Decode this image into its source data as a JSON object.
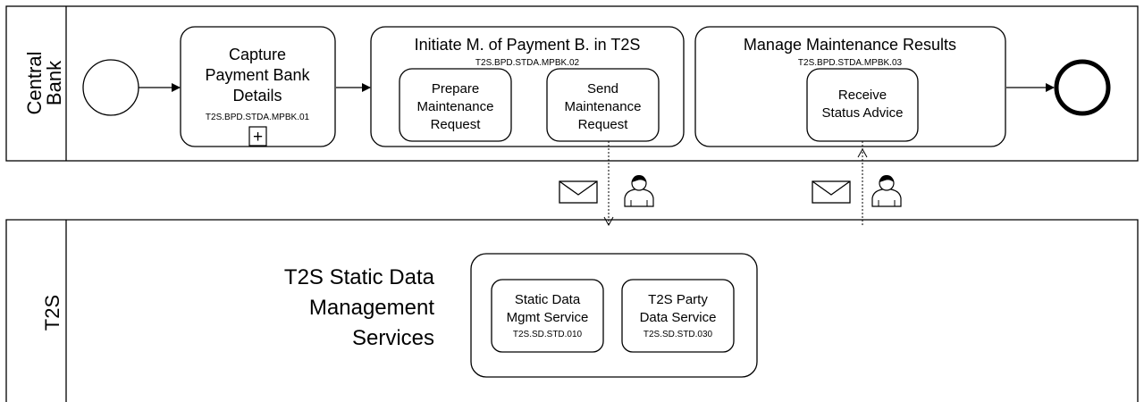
{
  "lanes": {
    "central_bank": {
      "label_line1": "Central",
      "label_line2": "Bank"
    },
    "t2s": {
      "label": "T2S"
    }
  },
  "tasks": {
    "capture": {
      "line1": "Capture",
      "line2": "Payment Bank",
      "line3": "Details",
      "code": "T2S.BPD.STDA.MPBK.01",
      "marker": "+"
    },
    "initiate": {
      "title": "Initiate M. of Payment B. in T2S",
      "code": "T2S.BPD.STDA.MPBK.02",
      "prepare": {
        "line1": "Prepare",
        "line2": "Maintenance",
        "line3": "Request"
      },
      "send": {
        "line1": "Send",
        "line2": "Maintenance",
        "line3": "Request"
      }
    },
    "manage": {
      "title": "Manage Maintenance Results",
      "code": "T2S.BPD.STDA.MPBK.03",
      "receive": {
        "line1": "Receive",
        "line2": "Status Advice"
      }
    }
  },
  "services": {
    "title_line1": "T2S Static Data",
    "title_line2": "Management",
    "title_line3": "Services",
    "static_data": {
      "line1": "Static Data",
      "line2": "Mgmt Service",
      "code": "T2S.SD.STD.010"
    },
    "party_data": {
      "line1": "T2S Party",
      "line2": "Data Service",
      "code": "T2S.SD.STD.030"
    }
  },
  "icons": {
    "message": "envelope-icon",
    "user": "user-icon",
    "start": "start-event-icon",
    "end": "end-event-icon",
    "subprocess": "plus-marker-icon"
  }
}
